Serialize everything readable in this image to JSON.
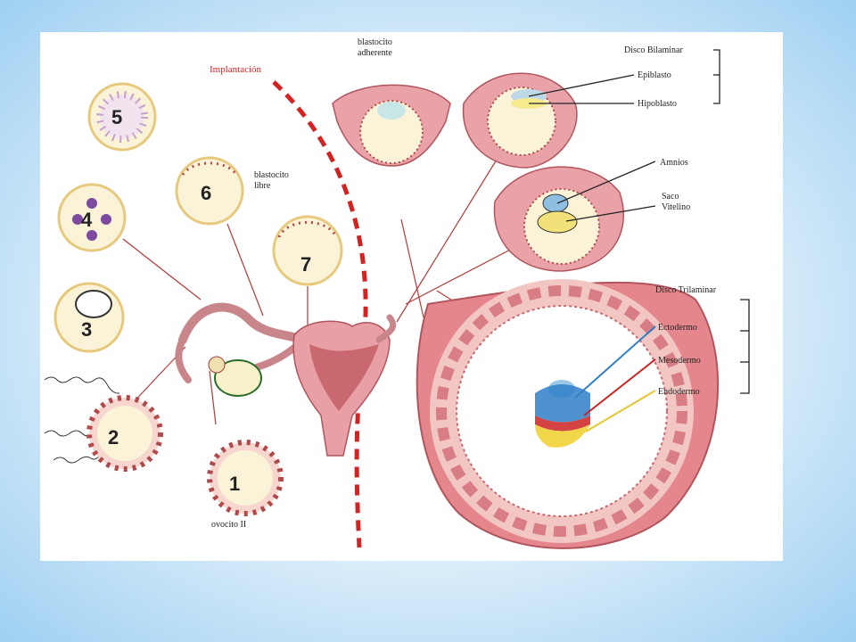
{
  "labels": {
    "implantacion": "Implantación",
    "blastocisto_adherente_1": "blastocito",
    "blastocisto_adherente_2": "adherente",
    "blastocisto_libre_1": "blastocito",
    "blastocisto_libre_2": "libre",
    "ovocito": "ovocito II",
    "disco_bilaminar": "Disco Bilaminar",
    "epiblasto": "Epiblasto",
    "hipoblasto": "Hipoblasto",
    "amnios": "Amnios",
    "saco_1": "Saco",
    "saco_2": "Vitelino",
    "disco_trilaminar": "Disco Trilaminar",
    "ectodermo": "Ectodermo",
    "mesodermo": "Mesodermo",
    "endodermo": "Endodermo"
  },
  "stages": [
    "1",
    "2",
    "3",
    "4",
    "5",
    "6",
    "7"
  ]
}
